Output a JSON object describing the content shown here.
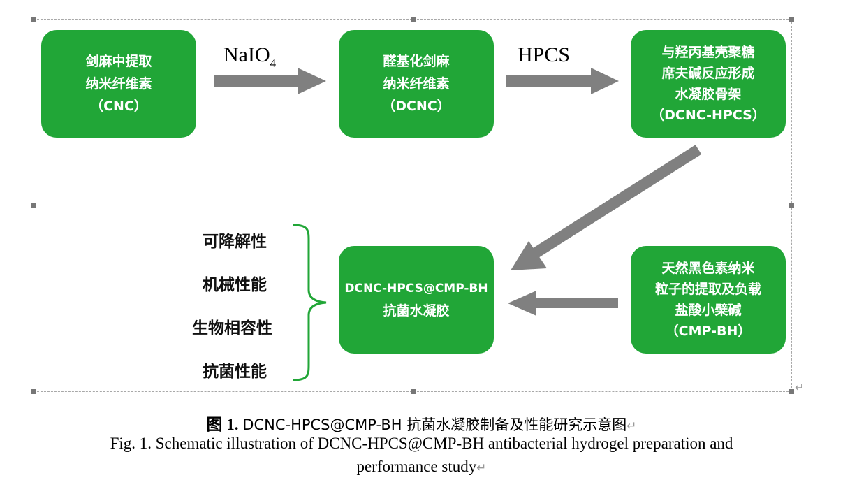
{
  "boxes": {
    "cnc": [
      "剑麻中提取",
      "纳米纤维素",
      "（CNC）"
    ],
    "dcnc": [
      "醛基化剑麻",
      "纳米纤维素",
      "（DCNC）"
    ],
    "scaffold": [
      "与羟丙基壳聚糖",
      "席夫碱反应形成",
      "水凝胶骨架",
      "（DCNC-HPCS）"
    ],
    "hydrogel": [
      "DCNC-HPCS@CMP-BH",
      "抗菌水凝胶"
    ],
    "cmp": [
      "天然黑色素纳米",
      "粒子的提取及负载",
      "盐酸小檗碱",
      "（CMP-BH）"
    ]
  },
  "arrow_labels": {
    "naio4": "NaIO",
    "naio4_sub": "4",
    "hpcs": "HPCS"
  },
  "properties": [
    "可降解性",
    "机械性能",
    "生物相容性",
    "抗菌性能"
  ],
  "caption": {
    "cn_label": "图 1.",
    "cn_text": "DCNC-HPCS@CMP-BH 抗菌水凝胶制备及性能研究示意图",
    "en_line1": "Fig. 1. Schematic illustration of DCNC-HPCS@CMP-BH antibacterial hydrogel preparation and",
    "en_line2": "performance study"
  },
  "colors": {
    "box_green": "#21a637",
    "arrow_gray": "#808080"
  }
}
